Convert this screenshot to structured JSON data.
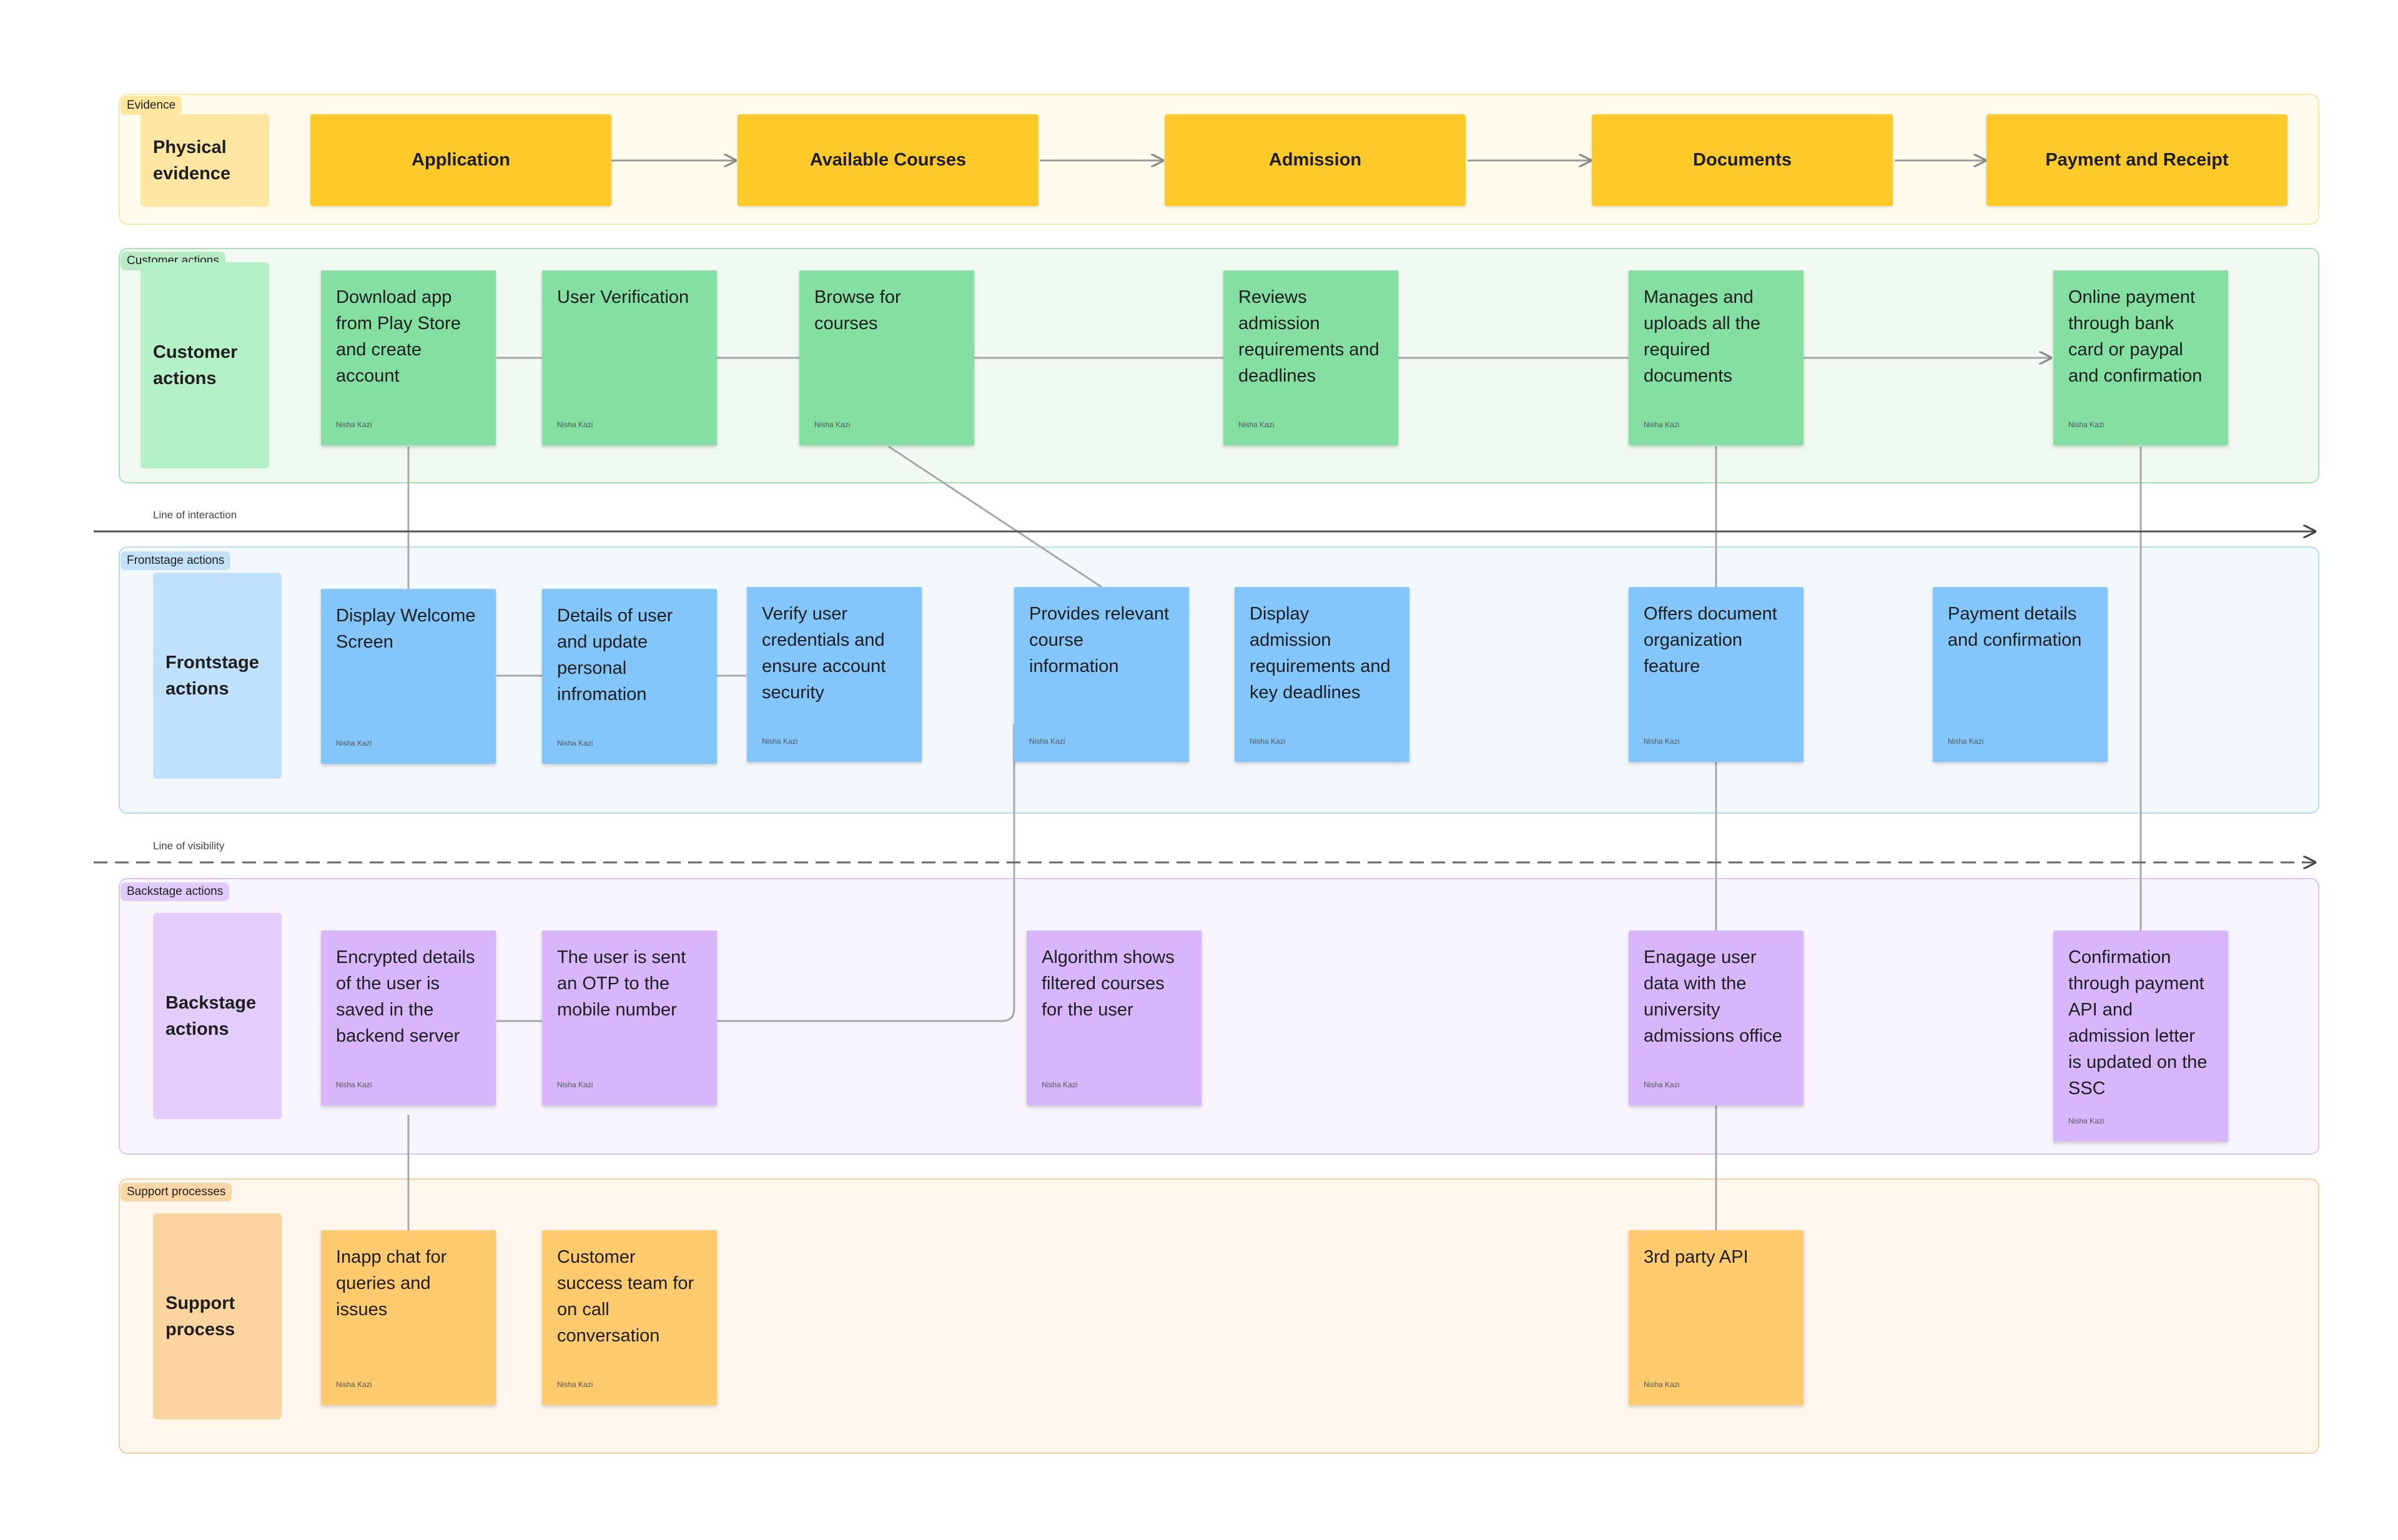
{
  "lanes": {
    "evidence": {
      "tag": "Evidence",
      "label": "Physical evidence"
    },
    "customer": {
      "tag": "Customer actions",
      "label": "Customer actions"
    },
    "frontstage": {
      "tag": "Frontstage actions",
      "label": "Frontstage actions"
    },
    "backstage": {
      "tag": "Backstage actions",
      "label": "Backstage actions"
    },
    "support": {
      "tag": "Support processes",
      "label": "Support process"
    }
  },
  "evidence_steps": [
    "Application",
    "Available Courses",
    "Admission",
    "Documents",
    "Payment and Receipt"
  ],
  "lines": {
    "interaction": "Line of interaction",
    "visibility": "Line of visibility"
  },
  "author": "Nisha Kazi",
  "notes": {
    "customer": [
      "Download app from Play Store and create account",
      "User Verification",
      "Browse for courses",
      "Reviews admission requirements and deadlines",
      "Manages and uploads all the required documents",
      "Online payment through bank card or paypal and confirmation"
    ],
    "frontstage": [
      "Display Welcome Screen",
      "Details of user and update personal infromation",
      "Verify user credentials and ensure account security",
      "Provides relevant course information",
      "Display admission requirements and key deadlines",
      "Offers document organization feature",
      "Payment details and confirmation"
    ],
    "backstage": [
      "Encrypted details of the user is saved in the backend server",
      "The user is sent an OTP to the mobile number",
      "Algorithm shows filtered courses for the user",
      "Enagage user data with the university admissions office",
      "Confirmation through payment API and admission letter is updated on the SSC"
    ],
    "support": [
      "Inapp chat for queries and issues",
      "Customer success team for on call conversation",
      "3rd party API"
    ]
  },
  "colors": {
    "evidence_fill": "#fdca2a",
    "customer_note": "#84e0a2",
    "frontstage_note": "#82c6fc",
    "backstage_note": "#d7b6fc",
    "support_note": "#feca6e"
  }
}
